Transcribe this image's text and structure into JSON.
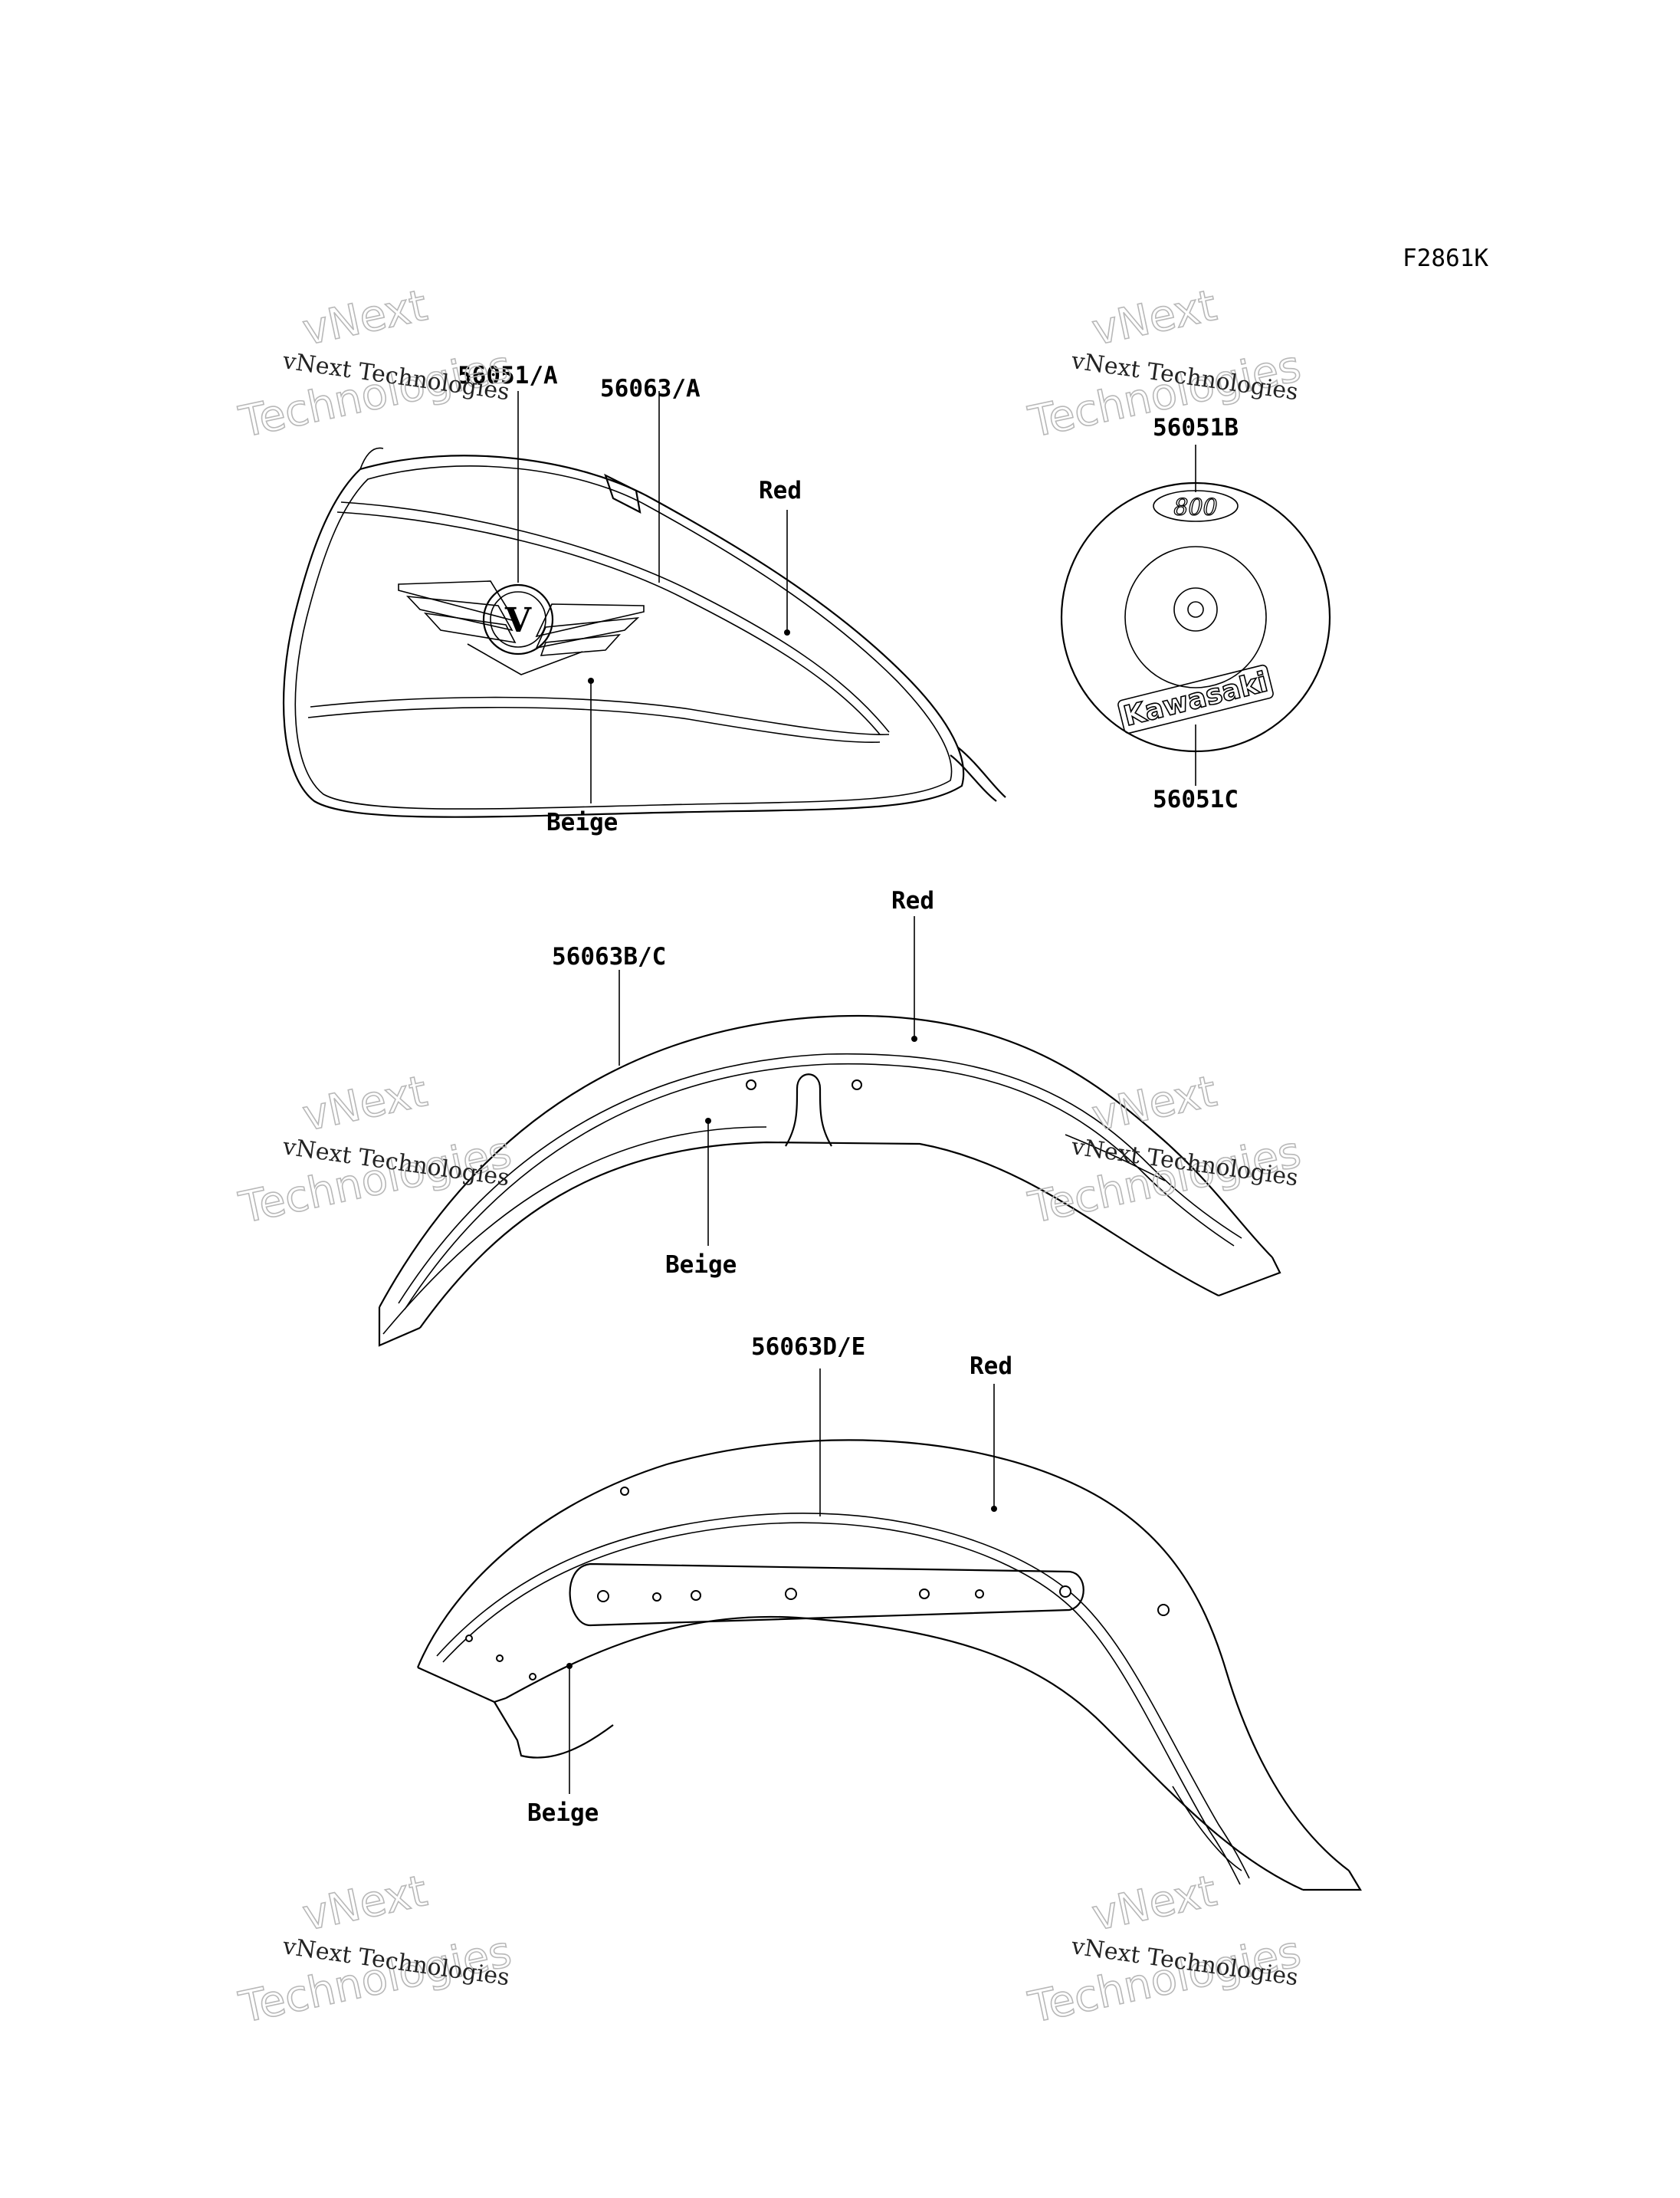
{
  "figure_code": "F2861K",
  "watermark": {
    "line1": "vNext Technologies",
    "line2": "vNext",
    "line3": "Technologies"
  },
  "tank": {
    "part_logo": "56051/A",
    "part_stripe": "56063/A",
    "color_upper": "Red",
    "color_lower": "Beige",
    "emblem_letter": "V"
  },
  "side_cover": {
    "part_top": "56051B",
    "part_bottom": "56051C",
    "badge_top_text": "800",
    "badge_bottom_text": "Kawasaki"
  },
  "front_fender": {
    "part": "56063B/C",
    "color_upper": "Red",
    "color_lower": "Beige"
  },
  "rear_fender": {
    "part": "56063D/E",
    "color_upper": "Red",
    "color_lower": "Beige"
  }
}
